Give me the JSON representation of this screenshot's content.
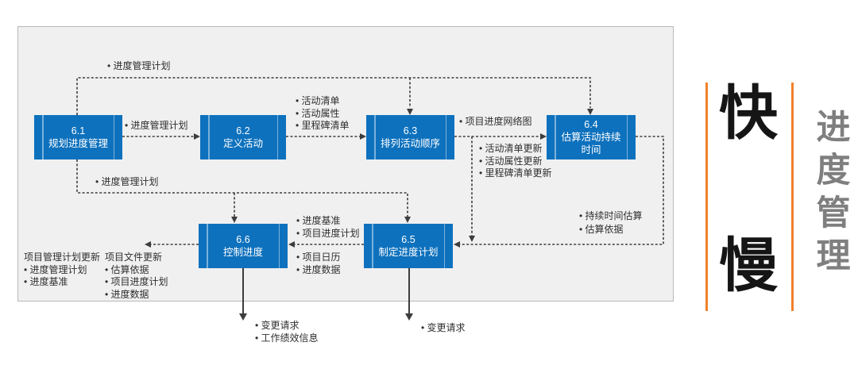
{
  "diagram_title": "进度管理",
  "side_panel": {
    "fast_char": "快",
    "slow_char": "慢",
    "vertical_title": "进度管理",
    "accent_color": "#F0812C",
    "title_color": "#7F7F7F"
  },
  "colors": {
    "process_box_blue": "#0E71BD",
    "panel_background": "#F0F0F1",
    "connector_gray": "#3D3D3D"
  },
  "processes": [
    {
      "id": "6.1",
      "name": "规划进度管理"
    },
    {
      "id": "6.2",
      "name": "定义活动"
    },
    {
      "id": "6.3",
      "name": "排列活动顺序"
    },
    {
      "id": "6.4",
      "name": "估算活动持续时间"
    },
    {
      "id": "6.5",
      "name": "制定进度计划"
    },
    {
      "id": "6.6",
      "name": "控制进度"
    }
  ],
  "labels": {
    "top_loop": [
      "• 进度管理计划"
    ],
    "l61_to_62": [
      "• 进度管理计划"
    ],
    "l62_to_63": [
      "• 活动清单",
      "• 活动属性",
      "• 里程碑清单"
    ],
    "l63_to_64": [
      "• 项目进度网络图"
    ],
    "l63_to_65": [
      "• 活动清单更新",
      "• 活动属性更新",
      "• 里程碑清单更新"
    ],
    "l64_to_65": [
      "• 持续时间估算",
      "• 估算依据"
    ],
    "bottom_loop": [
      "• 进度管理计划"
    ],
    "l65_to_66_above": [
      "• 进度基准",
      "• 项目进度计划"
    ],
    "l65_to_66_below": [
      "• 项目日历",
      "• 进度数据"
    ],
    "l66_out_col1": [
      "项目管理计划更新",
      "• 进度管理计划",
      "• 进度基准"
    ],
    "l66_out_col2": [
      "项目文件更新",
      "• 估算依据",
      "• 项目进度计划",
      "• 进度数据"
    ],
    "l66_down": [
      "• 变更请求",
      "• 工作绩效信息"
    ],
    "l65_down": [
      "• 变更请求"
    ]
  }
}
